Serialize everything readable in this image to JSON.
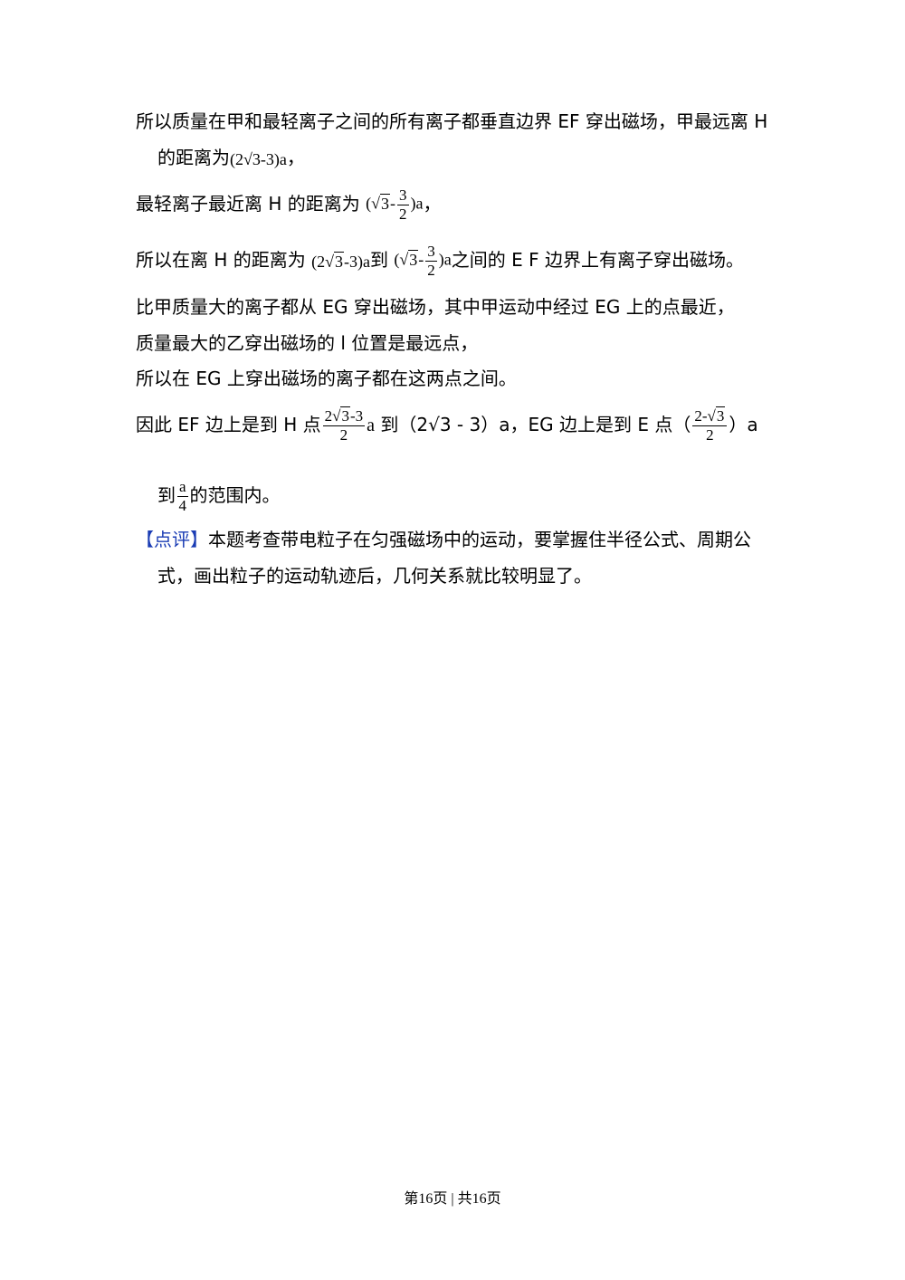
{
  "lines": {
    "l1": "所以质量在甲和最轻离子之间的所有离子都垂直边界 EF 穿出磁场，甲最远离 H",
    "l2_pre": "的距离为",
    "l2_expr": "(2√3-3)a",
    "l2_post": "，",
    "l3_pre": "最轻离子最近离 H 的距离为",
    "l3_post": "，",
    "l4_pre": "所以在离 H 的距离为",
    "l4_mid": "到",
    "l4_post": "之间的 E F 边界上有离子穿出磁场。",
    "l5": "比甲质量大的离子都从 EG 穿出磁场，其中甲运动中经过 EG 上的点最近，",
    "l6": "质量最大的乙穿出磁场的 l 位置是最远点，",
    "l7": "所以在 EG 上穿出磁场的离子都在这两点之间。",
    "l8_pre": "因此 EF 边上是到 H 点",
    "l8_mid1": "到（2√3 - 3）a，EG 边上是到 E 点（",
    "l8_post": "）a",
    "l9_pre": "到",
    "l9_post": "的范围内。",
    "review_tag": "【点评】",
    "review_1": "本题考查带电粒子在匀强磁场中的运动，要掌握住半径公式、周期公",
    "review_2": "式，画出粒子的运动轨迹后，几何关系就比较明显了。"
  },
  "math": {
    "sqrt3": "3",
    "two": "2",
    "three": "3",
    "a": "a",
    "frac1_num": "3",
    "frac1_den": "2",
    "frac2_num": "3",
    "frac2_den": "2",
    "frac3_num_pre": "2",
    "frac3_num_post": "-3",
    "frac3_den": "2",
    "frac4_num_pre": "2-",
    "frac4_den": "2",
    "frac5_num": "a",
    "frac5_den": "4"
  },
  "footer": "第16页 | 共16页"
}
